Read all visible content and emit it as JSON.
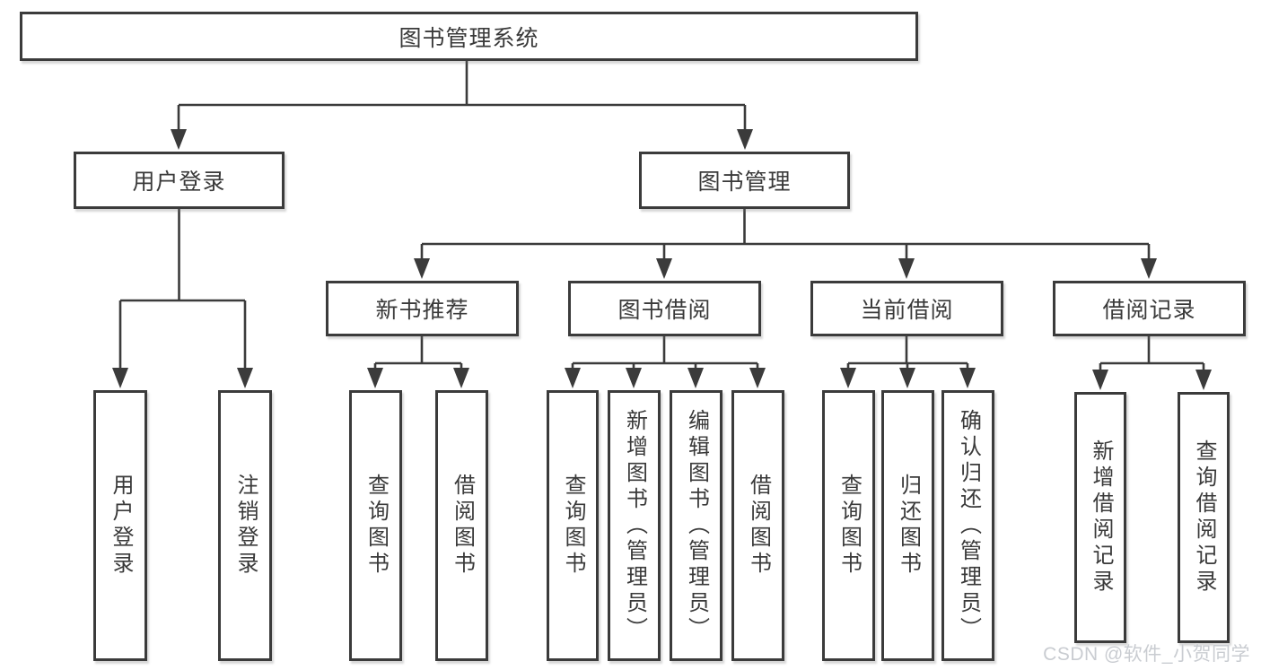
{
  "colors": {
    "line": "#3b3b3b",
    "box_border": "#3b3b3b",
    "text": "#3a3a3a",
    "background": "#ffffff",
    "watermark": "#c9ccd1"
  },
  "root": {
    "label": "图书管理系统"
  },
  "login": {
    "label": "用户登录",
    "children": [
      {
        "label": "用户登录"
      },
      {
        "label": "注销登录"
      }
    ]
  },
  "mgmt": {
    "label": "图书管理"
  },
  "modules": [
    {
      "label": "新书推荐",
      "children": [
        {
          "label": "查询图书"
        },
        {
          "label": "借阅图书"
        }
      ]
    },
    {
      "label": "图书借阅",
      "children": [
        {
          "label": "查询图书"
        },
        {
          "label": "新增图书（管理员）"
        },
        {
          "label": "编辑图书（管理员）"
        },
        {
          "label": "借阅图书"
        }
      ]
    },
    {
      "label": "当前借阅",
      "children": [
        {
          "label": "查询图书"
        },
        {
          "label": "归还图书"
        },
        {
          "label": "确认归还（管理员）"
        }
      ]
    },
    {
      "label": "借阅记录",
      "children": [
        {
          "label": "新增借阅记录"
        },
        {
          "label": "查询借阅记录"
        }
      ]
    }
  ],
  "watermark": {
    "text": "CSDN @软件_小贺同学"
  }
}
